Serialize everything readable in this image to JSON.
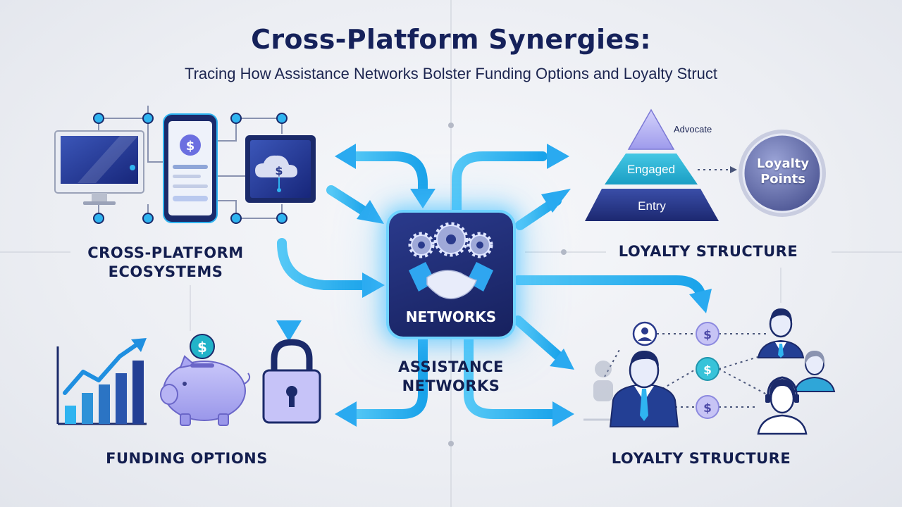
{
  "title": "Cross-Platform Synergies:",
  "subtitle": "Tracing How Assistance Networks Bolster Funding Options and Loyalty Struct",
  "hub": {
    "label": "NETWORKS"
  },
  "sections": {
    "ecosystems": {
      "line1": "CROSS-PLATFORM",
      "line2": "ECOSYSTEMS"
    },
    "loyalty_top": "LOYALTY STRUCTURE",
    "assistance": {
      "line1": "ASSISTANCE",
      "line2": "NETWORKS"
    },
    "funding": "FUNDING OPTIONS",
    "loyalty_bottom": "LOYALTY STRUCTURE"
  },
  "pyramid": {
    "top": "Advocate",
    "middle": "Engaged",
    "bottom": "Entry"
  },
  "coin": {
    "line1": "Loyalty",
    "line2": "Points"
  },
  "icons": {
    "dollar": "$"
  },
  "colors": {
    "navy": "#15215a",
    "accent_blue": "#2fb4f0",
    "light_blue": "#62cdf7",
    "purple": "#a9a6f2",
    "teal": "#22b3c9"
  }
}
